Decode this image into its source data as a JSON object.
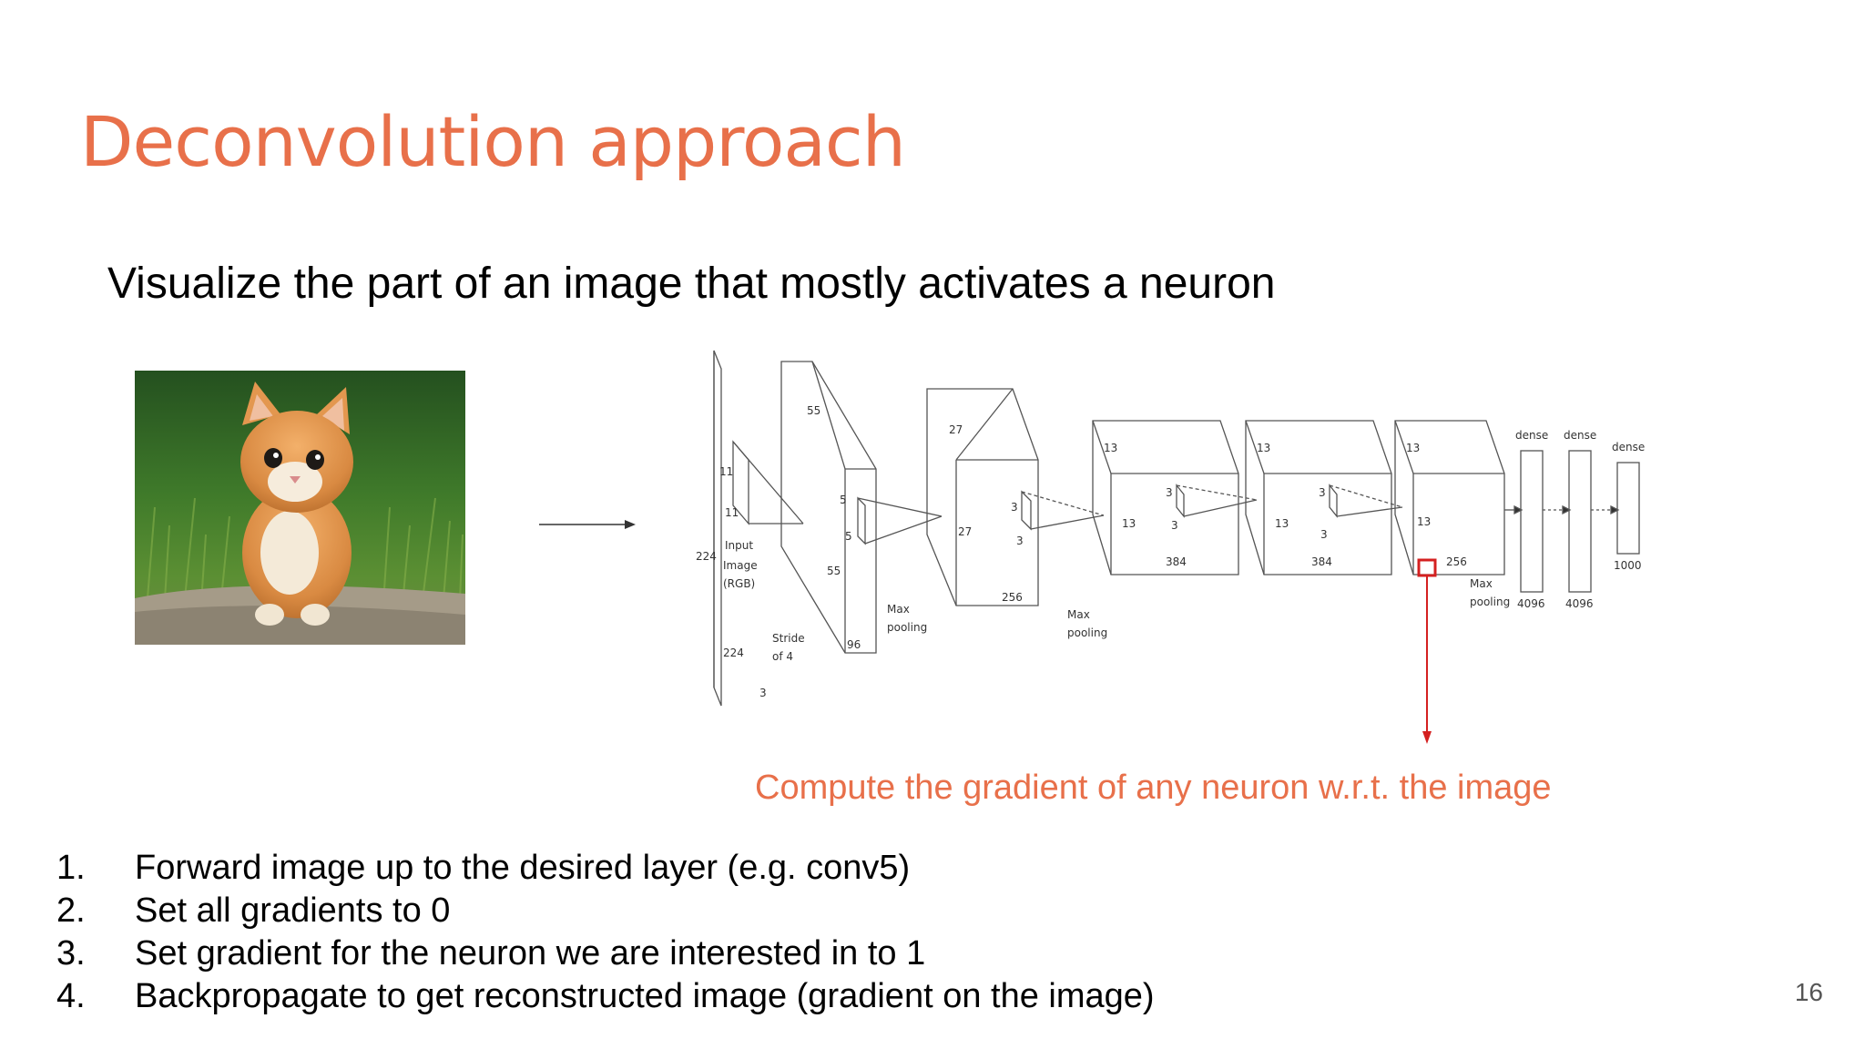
{
  "slide": {
    "title": "Deconvolution approach",
    "subtitle": "Visualize the part of an image that mostly activates a neuron",
    "caption": "Compute the gradient of any neuron w.r.t. the image",
    "page_number": "16",
    "steps": [
      {
        "num": "1.",
        "text": "Forward image up to the desired layer (e.g. conv5)"
      },
      {
        "num": "2.",
        "text": "Set all gradients to 0"
      },
      {
        "num": "3.",
        "text": "Set gradient for the neuron we are interested in to 1"
      },
      {
        "num": "4.",
        "text": "Backpropagate to get reconstructed image (gradient on the image)"
      }
    ]
  },
  "diagram": {
    "input_224_left": "224",
    "input_11_a": "11",
    "input_11_b": "11",
    "input_label_1": "Input",
    "input_label_2": "Image",
    "input_label_3": "(RGB)",
    "input_224_bottom": "224",
    "input_3": "3",
    "stride_1": "Stride",
    "stride_2": "of 4",
    "c1_55_top": "55",
    "c1_5_a": "5",
    "c1_5_b": "5",
    "c1_55_side": "55",
    "c1_96": "96",
    "pool1_1": "Max",
    "pool1_2": "pooling",
    "c2_27_top": "27",
    "c2_27_side": "27",
    "c2_3_a": "3",
    "c2_3_b": "3",
    "c2_256": "256",
    "pool2_1": "Max",
    "pool2_2": "pooling",
    "c3_13_top": "13",
    "c3_13_side": "13",
    "c3_3_a": "3",
    "c3_3_b": "3",
    "c3_384": "384",
    "c4_13_top": "13",
    "c4_13_side": "13",
    "c4_3_a": "3",
    "c4_3_b": "3",
    "c4_384": "384",
    "c5_13_top": "13",
    "c5_13_side": "13",
    "c5_256": "256",
    "pool3_1": "Max",
    "pool3_2": "pooling",
    "d1_label": "dense",
    "d2_label": "dense",
    "d3_label": "dense",
    "d1_size": "4096",
    "d2_size": "4096",
    "d3_size": "1000"
  },
  "colors": {
    "accent": "#e8704a",
    "highlight": "#d42020"
  }
}
